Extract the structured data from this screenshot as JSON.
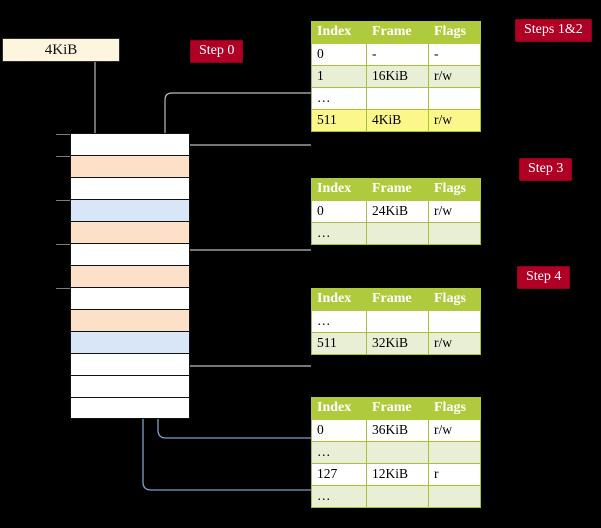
{
  "diagram": {
    "title_hidden": "",
    "source_box": {
      "label": "4KiB"
    },
    "badges": [
      {
        "name": "step-0",
        "label": "Step 0"
      },
      {
        "name": "steps-1-2",
        "label": "Steps 1&2"
      },
      {
        "name": "step-3",
        "label": "Step 3"
      },
      {
        "name": "step-4",
        "label": "Step 4"
      }
    ],
    "columns": [
      "Index",
      "Frame",
      "Flags"
    ],
    "tables": [
      {
        "name": "page-table-level-0",
        "headers": [
          "Index",
          "Frame",
          "Flags"
        ],
        "rows": [
          {
            "style": "plain",
            "cells": [
              "0",
              "-",
              "-"
            ]
          },
          {
            "style": "alt",
            "cells": [
              "1",
              "16KiB",
              "r/w"
            ]
          },
          {
            "style": "plain",
            "cells": [
              "…",
              "",
              ""
            ]
          },
          {
            "style": "hl",
            "cells": [
              "511",
              "4KiB",
              "r/w"
            ]
          }
        ]
      },
      {
        "name": "page-table-level-1",
        "headers": [
          "Index",
          "Frame",
          "Flags"
        ],
        "rows": [
          {
            "style": "plain",
            "cells": [
              "0",
              "24KiB",
              "r/w"
            ]
          },
          {
            "style": "alt",
            "cells": [
              "…",
              "",
              ""
            ]
          }
        ]
      },
      {
        "name": "page-table-level-2",
        "headers": [
          "Index",
          "Frame",
          "Flags"
        ],
        "rows": [
          {
            "style": "plain",
            "cells": [
              "…",
              "",
              ""
            ]
          },
          {
            "style": "alt",
            "cells": [
              "511",
              "32KiB",
              "r/w"
            ]
          }
        ]
      },
      {
        "name": "page-table-level-3",
        "headers": [
          "Index",
          "Frame",
          "Flags"
        ],
        "rows": [
          {
            "style": "plain",
            "cells": [
              "0",
              "36KiB",
              "r/w"
            ]
          },
          {
            "style": "alt",
            "cells": [
              "…",
              "",
              ""
            ]
          },
          {
            "style": "plain",
            "cells": [
              "127",
              "12KiB",
              "r"
            ]
          },
          {
            "style": "alt",
            "cells": [
              "…",
              "",
              ""
            ]
          }
        ]
      }
    ],
    "memory_rows": [
      {
        "fill": "w",
        "tick": true
      },
      {
        "fill": "p",
        "tick": true
      },
      {
        "fill": "w",
        "tick": false
      },
      {
        "fill": "b",
        "tick": true
      },
      {
        "fill": "p",
        "tick": false
      },
      {
        "fill": "w",
        "tick": true
      },
      {
        "fill": "p",
        "tick": false
      },
      {
        "fill": "w",
        "tick": true
      },
      {
        "fill": "p",
        "tick": false
      },
      {
        "fill": "b",
        "tick": false
      },
      {
        "fill": "w",
        "tick": false
      },
      {
        "fill": "w",
        "tick": false
      },
      {
        "fill": "w",
        "tick": false
      }
    ],
    "colors": {
      "badge_bg": "#b00024",
      "badge_text": "#ffffff",
      "table_header_bg": "#b0ca3e",
      "table_alt_bg": "#e9efd4",
      "table_highlight_bg": "#fcf78a",
      "memory_peach": "#fde0c8",
      "memory_blue": "#d9e6f7",
      "source_box_bg": "#fdf5dd",
      "arrow_gray": "#b3b3b3",
      "arrow_blue": "#7e9fc9"
    }
  }
}
